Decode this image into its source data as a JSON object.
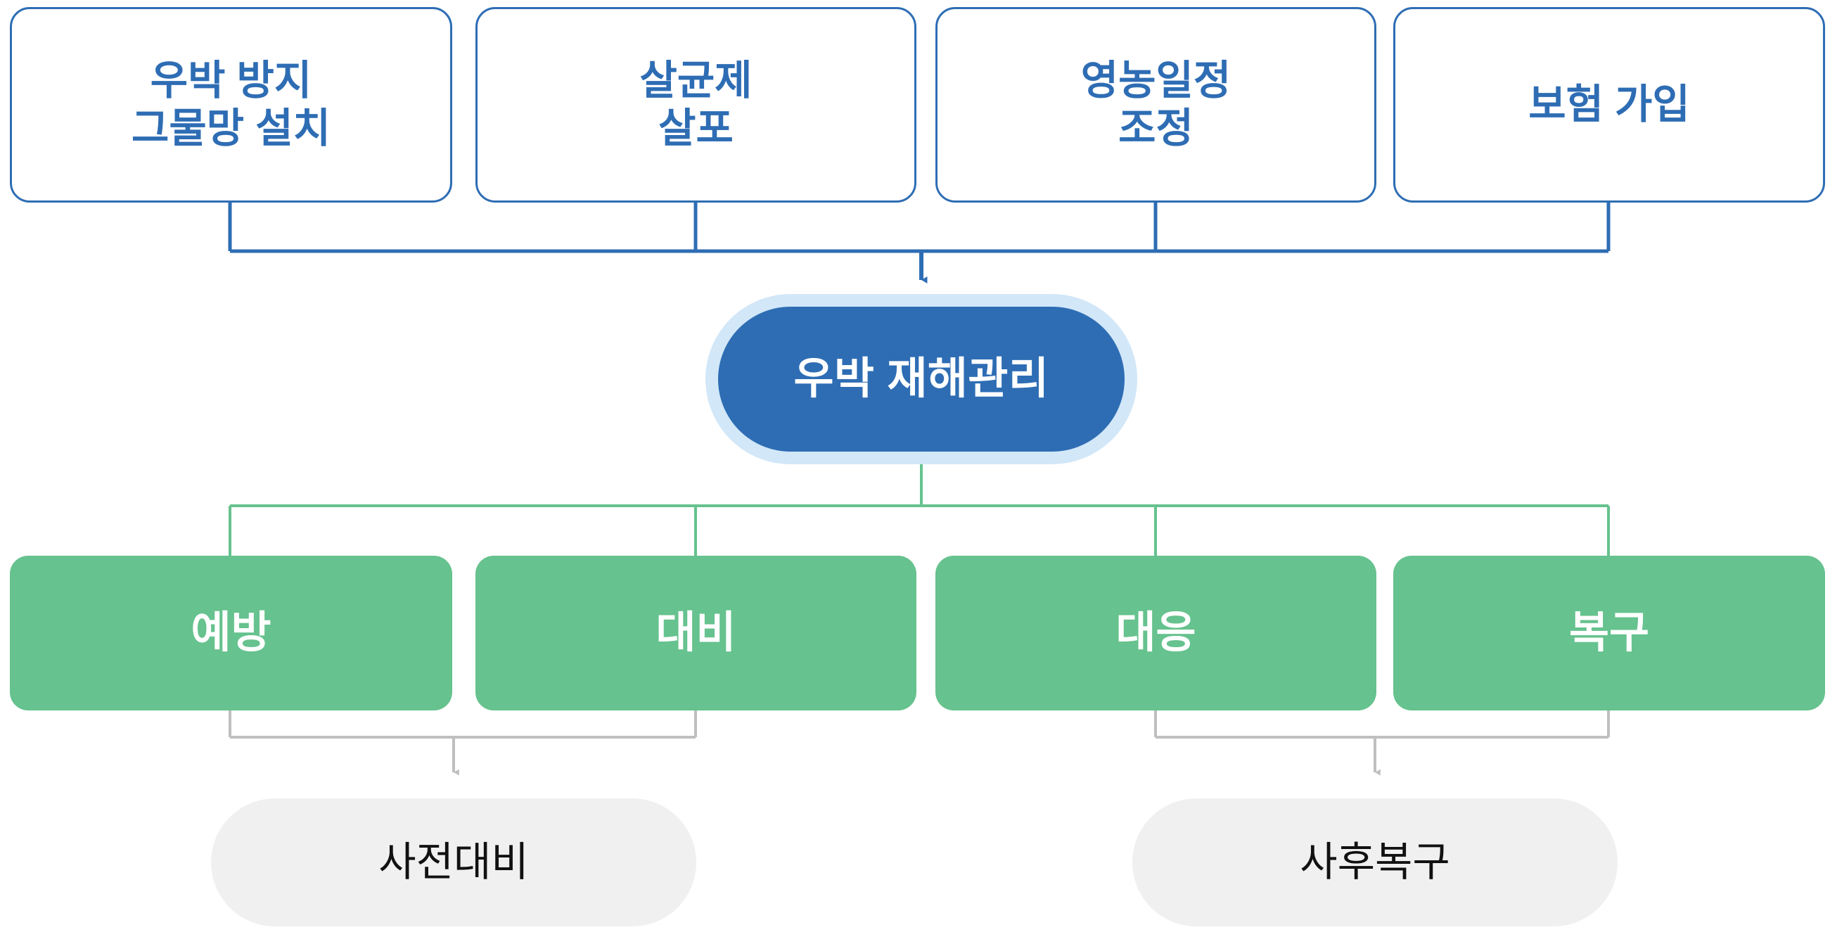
{
  "diagram": {
    "title": "우박 재해관리",
    "colors": {
      "blue": "#2E6DB4",
      "blue_halo": "#D2E7F8",
      "green": "#66C28E",
      "gray_pill": "#F0F0F0",
      "gray_line": "#BFBFBF",
      "white": "#FFFFFF",
      "black_text": "#111111"
    },
    "strategies": [
      {
        "line1": "우박 방지",
        "line2": "그물망 설치"
      },
      {
        "line1": "살균제",
        "line2": "살포"
      },
      {
        "line1": "영농일정",
        "line2": "조정"
      },
      {
        "line1": "보험 가입",
        "line2": ""
      }
    ],
    "hub": {
      "label": "우박 재해관리"
    },
    "phases": [
      {
        "label": "예방"
      },
      {
        "label": "대비"
      },
      {
        "label": "대응"
      },
      {
        "label": "복구"
      }
    ],
    "outcomes": [
      {
        "label": "사전대비"
      },
      {
        "label": "사후복구"
      }
    ]
  }
}
